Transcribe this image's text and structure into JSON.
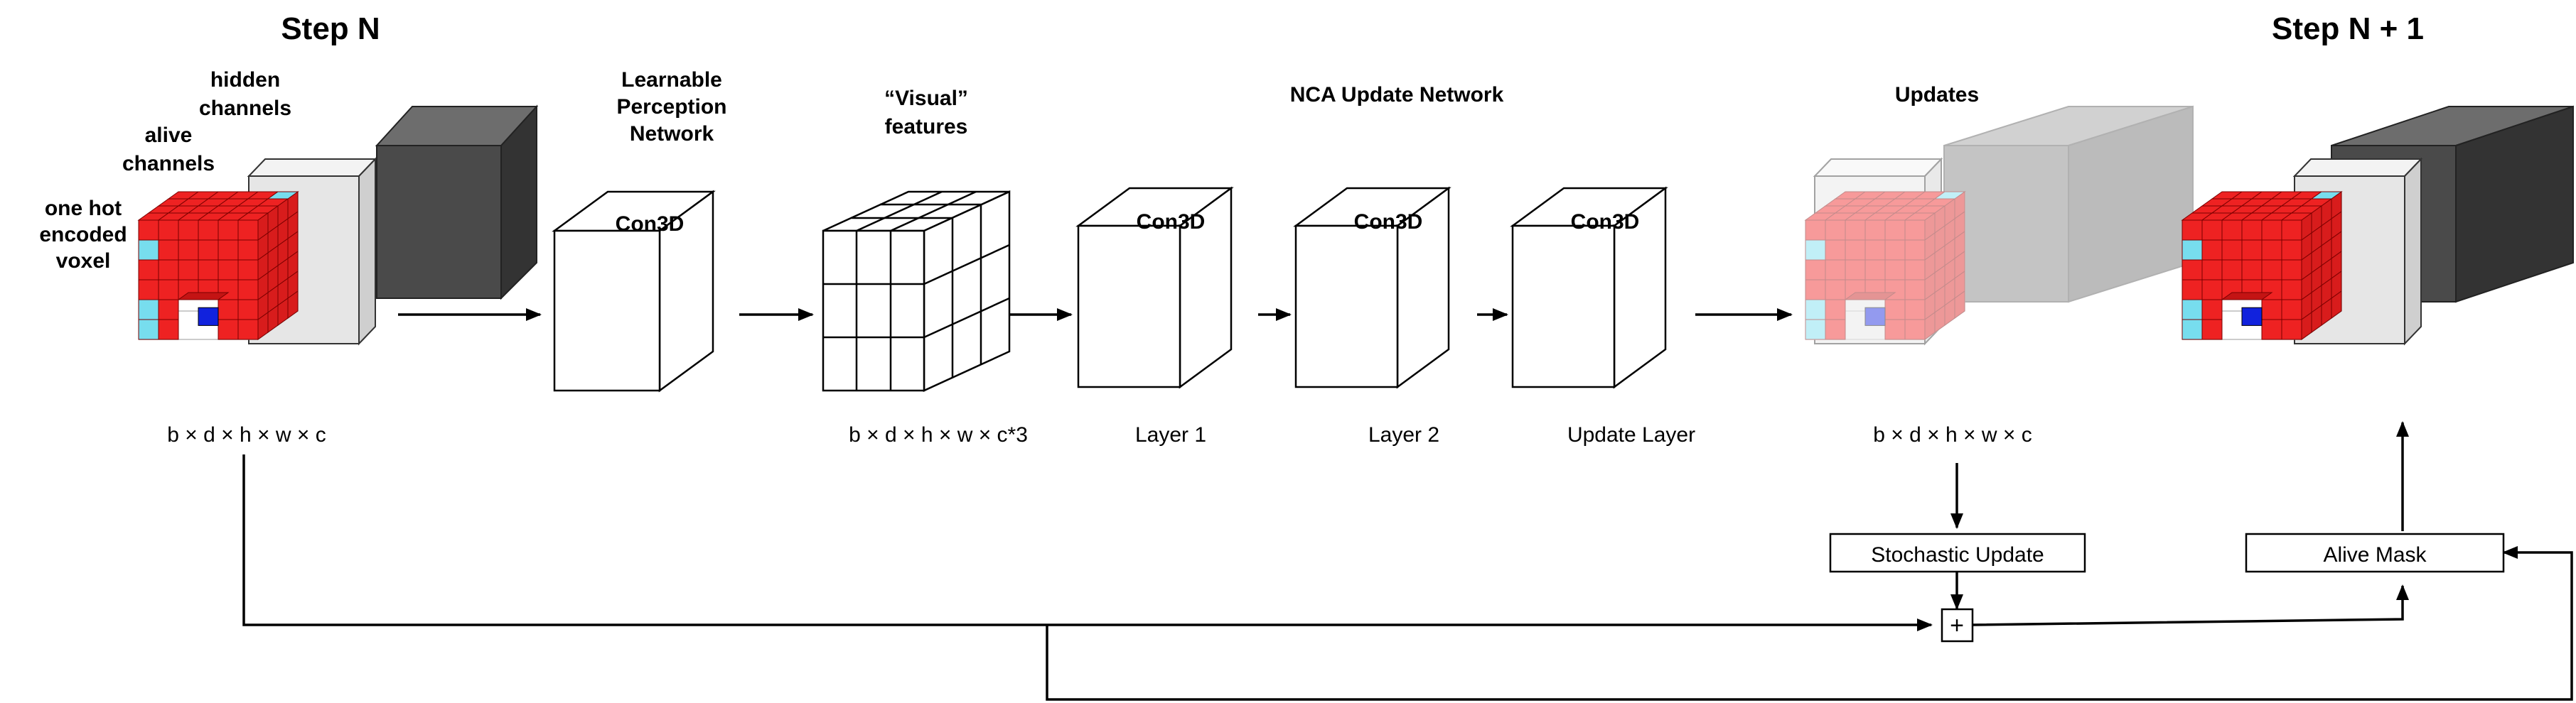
{
  "titles": {
    "step_n": "Step N",
    "step_n1": "Step N + 1"
  },
  "input_labels": {
    "hidden": [
      "hidden",
      "channels"
    ],
    "alive": [
      "alive",
      "channels"
    ],
    "onehot": [
      "one hot",
      "encoded",
      "voxel"
    ]
  },
  "perception": {
    "title": [
      "Learnable",
      "Perception",
      "Network"
    ],
    "cube_label": "Con3D"
  },
  "visual": {
    "title": [
      "“Visual”",
      "features"
    ],
    "dims": "b × d × h × w × c*3"
  },
  "nca": {
    "title": "NCA Update Network",
    "layers": [
      {
        "cube_label": "Con3D",
        "name": "Layer 1"
      },
      {
        "cube_label": "Con3D",
        "name": "Layer 2"
      },
      {
        "cube_label": "Con3D",
        "name": "Update Layer"
      }
    ]
  },
  "updates": {
    "title": "Updates",
    "dims": "b × d × h × w × c"
  },
  "input": {
    "dims": "b × d × h × w × c"
  },
  "boxes": {
    "stochastic": "Stochastic Update",
    "alive_mask": "Alive Mask",
    "plus": "+"
  },
  "colors": {
    "voxel_red": "#ee2222",
    "voxel_cyan": "#77ddee",
    "voxel_blue": "#1122dd",
    "hidden_dark": "#444444",
    "alive_light": "#e6e6e6"
  }
}
